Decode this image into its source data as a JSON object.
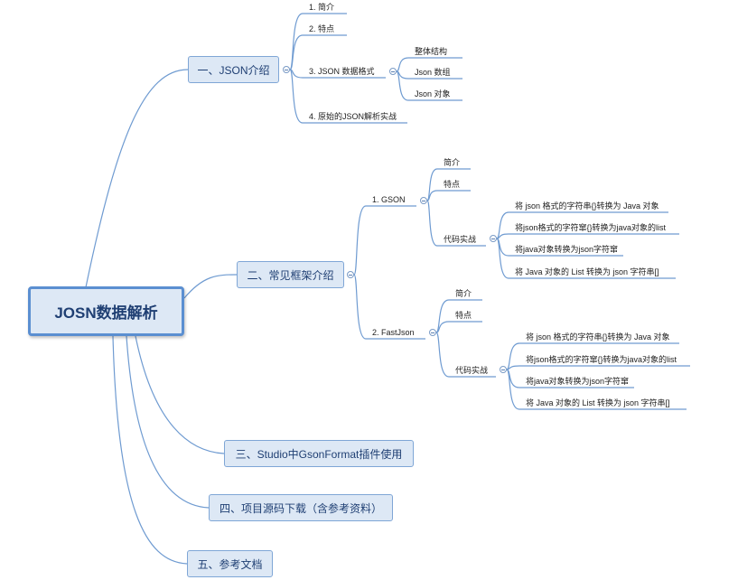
{
  "root": {
    "label": "JOSN数据解析"
  },
  "topics": [
    {
      "label": "一、JSON介绍",
      "children": [
        {
          "label": "1. 简介"
        },
        {
          "label": "2. 特点"
        },
        {
          "label": "3. JSON 数据格式",
          "children": [
            {
              "label": "整体结构"
            },
            {
              "label": "Json 数组"
            },
            {
              "label": "Json 对象"
            }
          ]
        },
        {
          "label": "4. 原始的JSON解析实战"
        }
      ]
    },
    {
      "label": "二、常见框架介绍",
      "children": [
        {
          "label": "1. GSON",
          "children": [
            {
              "label": "简介"
            },
            {
              "label": "特点"
            },
            {
              "label": "代码实战",
              "children": [
                {
                  "label": "将 json 格式的字符串{}转换为 Java 对象"
                },
                {
                  "label": "将json格式的字符窜{}转换为java对象的list"
                },
                {
                  "label": "将java对象转换为json字符窜"
                },
                {
                  "label": "将 Java 对象的 List 转换为 json 字符串[]"
                }
              ]
            }
          ]
        },
        {
          "label": "2. FastJson",
          "children": [
            {
              "label": "简介"
            },
            {
              "label": "特点"
            },
            {
              "label": "代码实战",
              "children": [
                {
                  "label": "将 json 格式的字符串{}转换为 Java 对象"
                },
                {
                  "label": "将json格式的字符窜{}转换为java对象的list"
                },
                {
                  "label": "将java对象转换为json字符窜"
                },
                {
                  "label": "将 Java 对象的 List 转换为 json 字符串[]"
                }
              ]
            }
          ]
        }
      ]
    },
    {
      "label": "三、Studio中GsonFormat插件使用"
    },
    {
      "label": "四、项目源码下载（含参考资料）"
    },
    {
      "label": "五、参考文档"
    }
  ],
  "style": {
    "line_color": "#6f9bd1",
    "node_fill": "#dde8f5",
    "node_border": "#7fa6d6",
    "text_color": "#1f3f73"
  }
}
